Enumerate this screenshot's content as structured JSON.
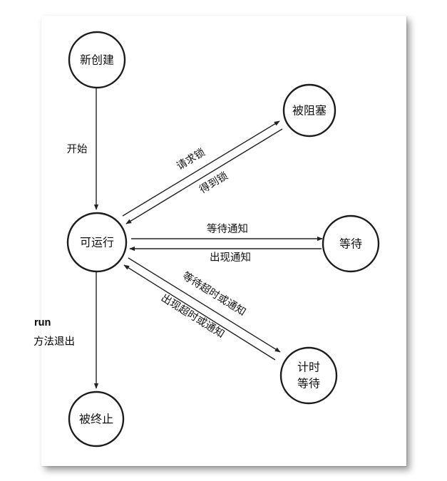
{
  "nodes": {
    "new": "新创建",
    "blocked": "被阻塞",
    "runnable": "可运行",
    "waiting": "等待",
    "timed_waiting_line1": "计时",
    "timed_waiting_line2": "等待",
    "terminated": "被终止"
  },
  "edges": {
    "start": "开始",
    "request_lock": "请求锁",
    "acquire_lock": "得到锁",
    "wait_for_notify": "等待通知",
    "notify_occurs": "出现通知",
    "wait_timeout_or_notify": "等待超时或通知",
    "timeout_or_notify_occurs": "出现超时或通知"
  },
  "note": {
    "line1": "run",
    "line2": "方法退出"
  }
}
